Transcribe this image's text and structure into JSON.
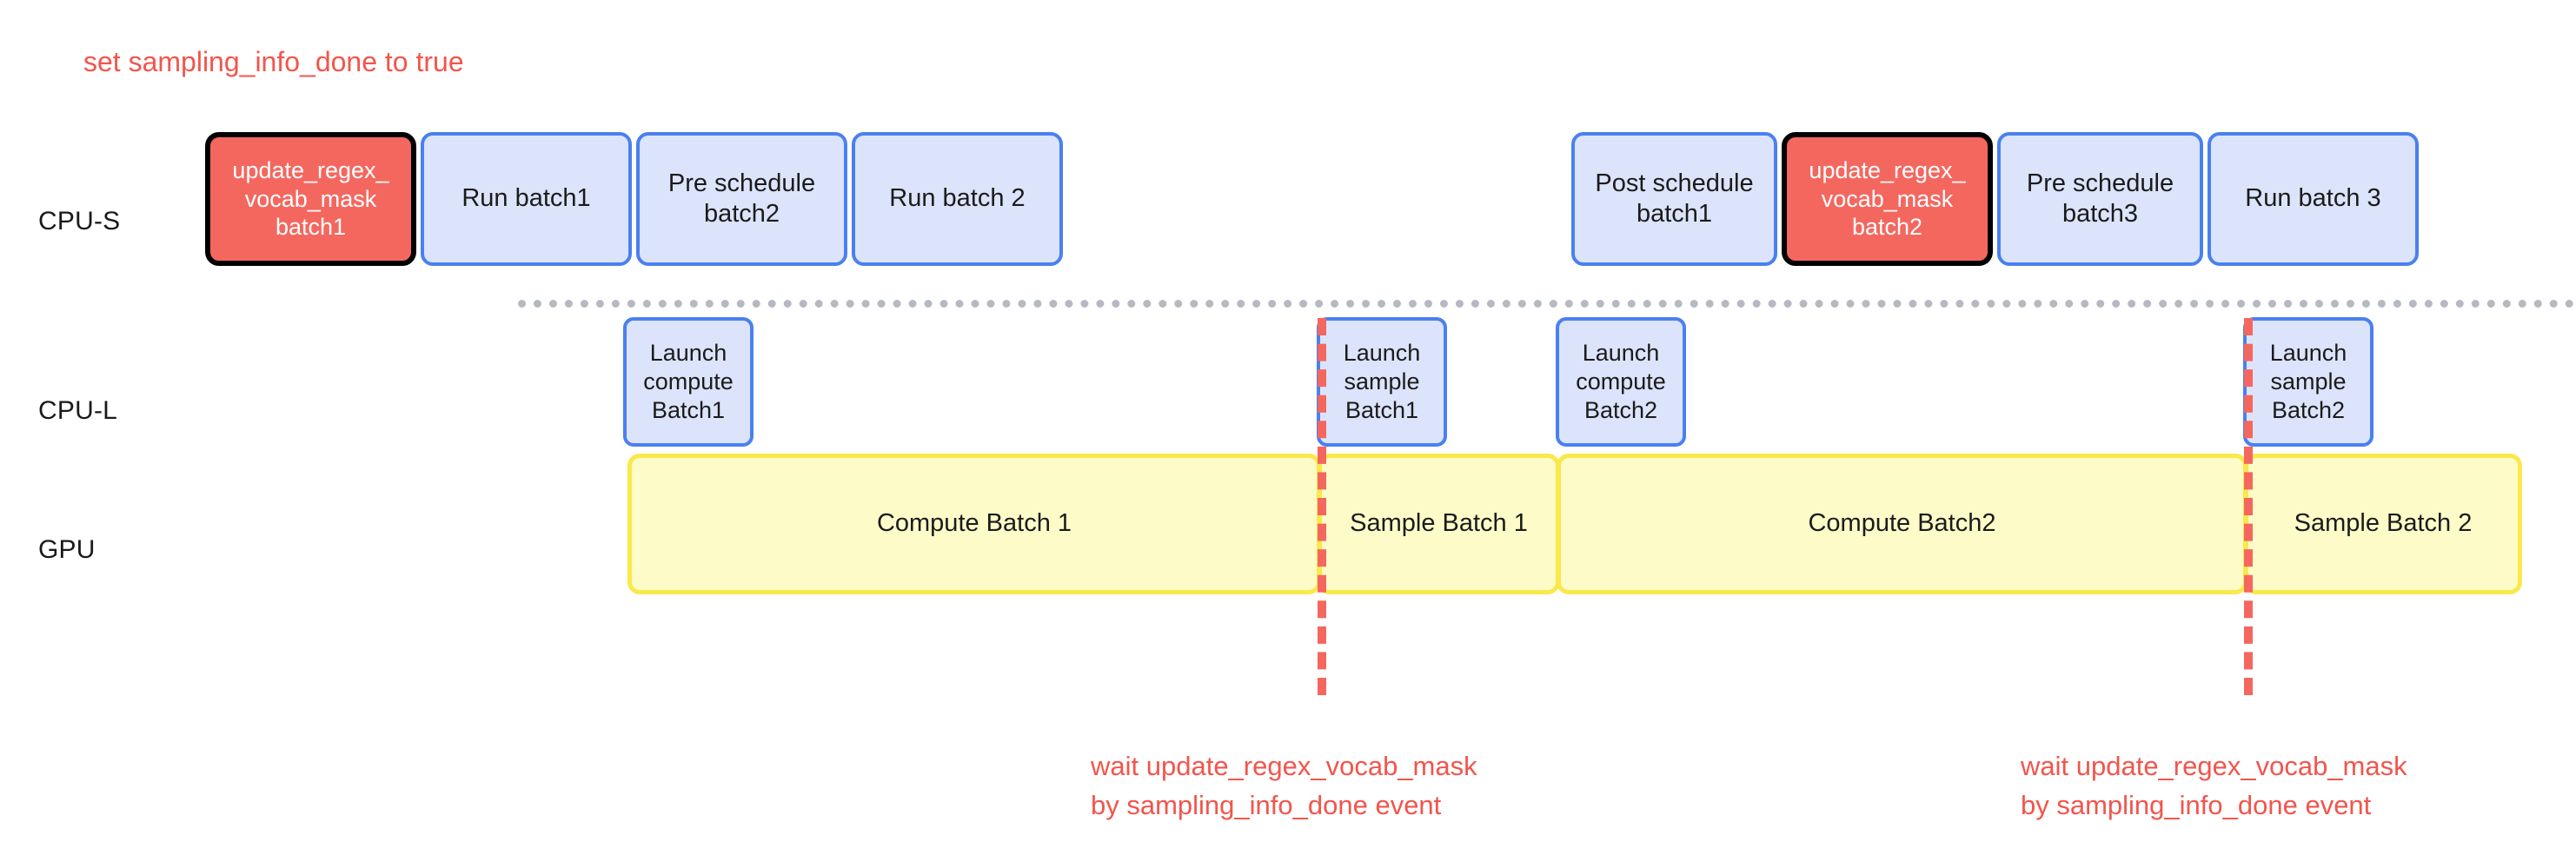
{
  "diagram": {
    "title_note": "set sampling_info_done to true",
    "row_labels": [
      {
        "key": "cpu_s",
        "label": "CPU-S"
      },
      {
        "key": "cpu_l",
        "label": "CPU-L"
      },
      {
        "key": "gpu",
        "label": "GPU"
      }
    ],
    "colors": {
      "accent_red": "#f4675f",
      "note_red": "#f2554c",
      "box_blue_fill": "#dce4fb",
      "box_blue_border": "#4a80f0",
      "box_yellow_fill": "#fdfbc8",
      "box_yellow_border": "#fbe84b",
      "divider_gray": "#b4b9c2",
      "highlight_border": "#000000"
    },
    "cpu_s_boxes": [
      {
        "label": "update_regex_\nvocab_mask\nbatch1",
        "style": "red"
      },
      {
        "label": "Run batch1",
        "style": "blue"
      },
      {
        "label": "Pre schedule\nbatch2",
        "style": "blue"
      },
      {
        "label": "Run batch 2",
        "style": "blue"
      },
      {
        "label": "Post schedule\nbatch1",
        "style": "blue"
      },
      {
        "label": "update_regex_\nvocab_mask\nbatch2",
        "style": "red"
      },
      {
        "label": "Pre schedule\nbatch3",
        "style": "blue"
      },
      {
        "label": "Run batch 3",
        "style": "blue"
      }
    ],
    "cpu_l_boxes": [
      {
        "label": "Launch\ncompute\nBatch1",
        "style": "blue"
      },
      {
        "label": "Launch\nsample\nBatch1",
        "style": "blue"
      },
      {
        "label": "Launch\ncompute\nBatch2",
        "style": "blue"
      },
      {
        "label": "Launch\nsample\nBatch2",
        "style": "blue"
      }
    ],
    "gpu_boxes": [
      {
        "label": "Compute Batch 1",
        "style": "yellow"
      },
      {
        "label": "Sample Batch 1",
        "style": "yellow"
      },
      {
        "label": "Compute Batch2",
        "style": "yellow"
      },
      {
        "label": "Sample Batch 2",
        "style": "yellow"
      }
    ],
    "wait_notes": [
      "wait update_regex_vocab_mask\nby sampling_info_done event",
      "wait update_regex_vocab_mask\nby sampling_info_done event"
    ]
  }
}
